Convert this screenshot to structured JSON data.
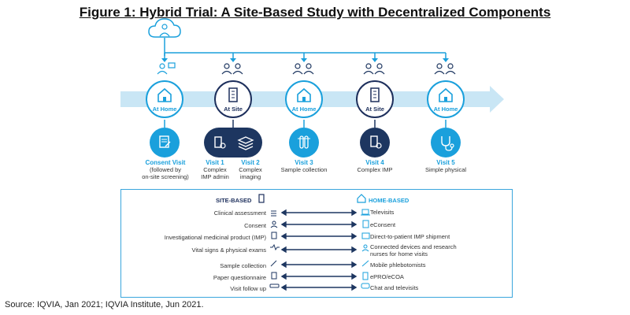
{
  "title": "Figure 1: Hybrid Trial: A Site-Based Study with Decentralized Components",
  "nodes": [
    {
      "label": "At Home",
      "type": "home"
    },
    {
      "label": "At Site",
      "type": "site"
    },
    {
      "label": "At Home",
      "type": "home"
    },
    {
      "label": "At Site",
      "type": "site"
    },
    {
      "label": "At Home",
      "type": "home"
    }
  ],
  "visits": [
    {
      "title": "Consent Visit",
      "sub1": "(followed by",
      "sub2": "on-site screening)"
    },
    {
      "title": "Visit 1",
      "sub1": "Complex",
      "sub2": "IMP admin"
    },
    {
      "title": "Visit 2",
      "sub1": "Complex",
      "sub2": "imaging"
    },
    {
      "title": "Visit 3",
      "sub1": "Sample collection",
      "sub2": ""
    },
    {
      "title": "Visit 4",
      "sub1": "Complex IMP",
      "sub2": ""
    },
    {
      "title": "Visit 5",
      "sub1": "Simple physical",
      "sub2": ""
    }
  ],
  "table": {
    "site_header": "SITE-BASED",
    "home_header": "HOME-BASED",
    "rows": [
      {
        "site": "Clinical assessment",
        "home": "Televisits"
      },
      {
        "site": "Consent",
        "home": "eConsent"
      },
      {
        "site": "Investigational medicinal product (IMP)",
        "home": "Direct-to-patient IMP shipment"
      },
      {
        "site": "Vital signs & physical exams",
        "home": "Connected devices and research",
        "home2": "nurses for home visits"
      },
      {
        "site": "Sample collection",
        "home": "Mobile phlebotomists"
      },
      {
        "site": "Paper questionnaire",
        "home": "ePRO/eCOA"
      },
      {
        "site": "Visit follow up",
        "home": "Chat and televisits"
      }
    ]
  },
  "source": "Source: IQVIA, Jan 2021; IQVIA Institute, Jun 2021.",
  "colors": {
    "light_blue": "#1aa0dc",
    "navy": "#1d3660",
    "arrow_band": "#c9e6f5"
  }
}
